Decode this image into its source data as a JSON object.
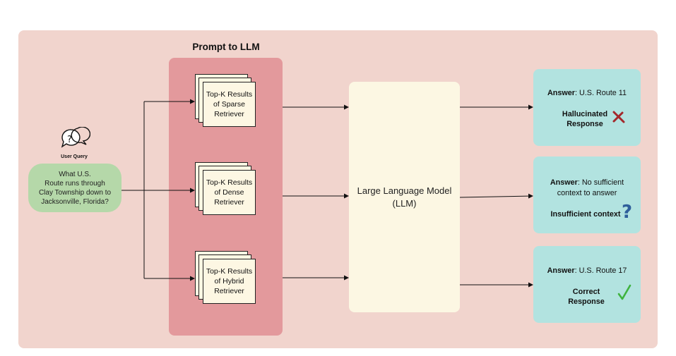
{
  "prompt_title": "Prompt to LLM",
  "user_query": {
    "label": "User Query",
    "text": "What U.S.\nRoute runs through\nClay Township down to\nJacksonville, Florida?"
  },
  "retrievers": [
    {
      "text": "Top-K Results\nof Sparse\nRetriever"
    },
    {
      "text": "Top-K Results\nof Dense\nRetriever"
    },
    {
      "text": "Top-K Results\nof Hybrid\nRetriever"
    }
  ],
  "llm": {
    "text": "Large Language Model\n(LLM)"
  },
  "answers": [
    {
      "prefix": "Answer",
      "value": ": U.S. Route 11",
      "status": "Hallucinated\nResponse",
      "icon": "cross-icon",
      "color": "#a3282b"
    },
    {
      "prefix": "Answer",
      "value": ": No sufficient",
      "value2": "context to answer",
      "status": "Insufficient context",
      "icon": "question-icon",
      "color": "#2f5f9b"
    },
    {
      "prefix": "Answer",
      "value": ": U.S. Route 17",
      "status": "Correct\nResponse",
      "icon": "check-icon",
      "color": "#3fb33f"
    }
  ]
}
